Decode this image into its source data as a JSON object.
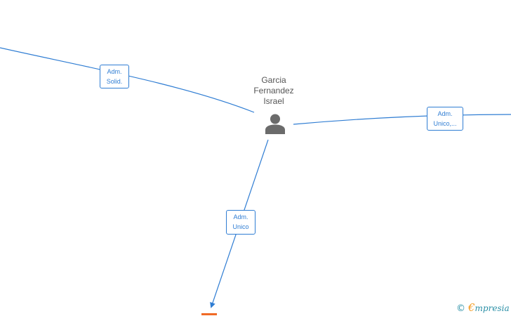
{
  "center_node": {
    "name_lines": [
      "Garcia",
      "Fernandez",
      "Israel"
    ],
    "icon": "person-icon"
  },
  "edges": [
    {
      "label_lines": [
        "Adm.",
        "Solid."
      ]
    },
    {
      "label_lines": [
        "Adm.",
        "Unico,..."
      ]
    },
    {
      "label_lines": [
        "Adm.",
        "Unico"
      ]
    }
  ],
  "watermark": {
    "symbol": "©",
    "brand_initial": "€",
    "brand_rest": "mpresia"
  },
  "colors": {
    "edge": "#2f7dd3",
    "node_text": "#555555",
    "icon": "#6b6b6b",
    "accent_bar": "#f06a25",
    "brand": "#2a8fa6",
    "brand_initial": "#f39a1d"
  }
}
